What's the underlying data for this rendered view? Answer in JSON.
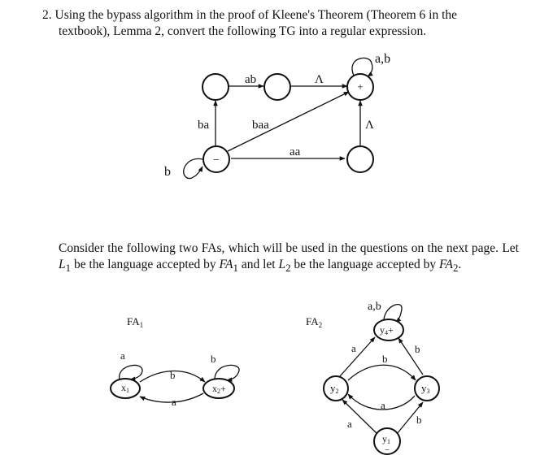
{
  "question": {
    "line1": "2. Using the bypass algorithm in the proof of Kleene's Theorem (Theorem 6 in the",
    "line2": "textbook), Lemma 2, convert the following TG into a regular expression."
  },
  "tg": {
    "start_symbol": "−",
    "final_symbol": "+",
    "edges": {
      "ab": "ab",
      "lambda_top": "Λ",
      "loop_final": "a,b",
      "ba": "ba",
      "baa": "baa",
      "lambda_right": "Λ",
      "aa": "aa",
      "loop_start": "b"
    }
  },
  "consider": {
    "text_a": "Consider the following two FAs, which will be used in the questions on the next page. Let ",
    "l1": "L",
    "l1_sub": "1",
    "text_b": " be the language accepted by ",
    "fa1_ref": "FA",
    "fa1_ref_sub": "1",
    "text_c": " and let ",
    "l2": "L",
    "l2_sub": "2",
    "text_d": " be the language accepted by ",
    "fa2_ref": "FA",
    "fa2_ref_sub": "2",
    "text_e": "."
  },
  "fa1": {
    "title": "FA",
    "title_sub": "1",
    "x1": {
      "name": "x",
      "sub": "1",
      "mark": "−"
    },
    "x2": {
      "name": "x",
      "sub": "2",
      "mark": "+"
    },
    "labels": {
      "loop_x1": "a",
      "x1_to_x2": "b",
      "x2_to_x1": "a",
      "loop_x2": "b"
    }
  },
  "fa2": {
    "title": "FA",
    "title_sub": "2",
    "y1": {
      "name": "y",
      "sub": "1",
      "mark": "−"
    },
    "y2": {
      "name": "y",
      "sub": "2"
    },
    "y3": {
      "name": "y",
      "sub": "3"
    },
    "y4": {
      "name": "y",
      "sub": "4",
      "mark": "+"
    },
    "labels": {
      "loop_y4": "a,b",
      "y2_to_y4": "a",
      "y3_to_y4": "b",
      "y2_to_y3": "b",
      "y3_to_y2": "a",
      "y1_to_y2": "a",
      "y1_to_y3": "b"
    }
  }
}
